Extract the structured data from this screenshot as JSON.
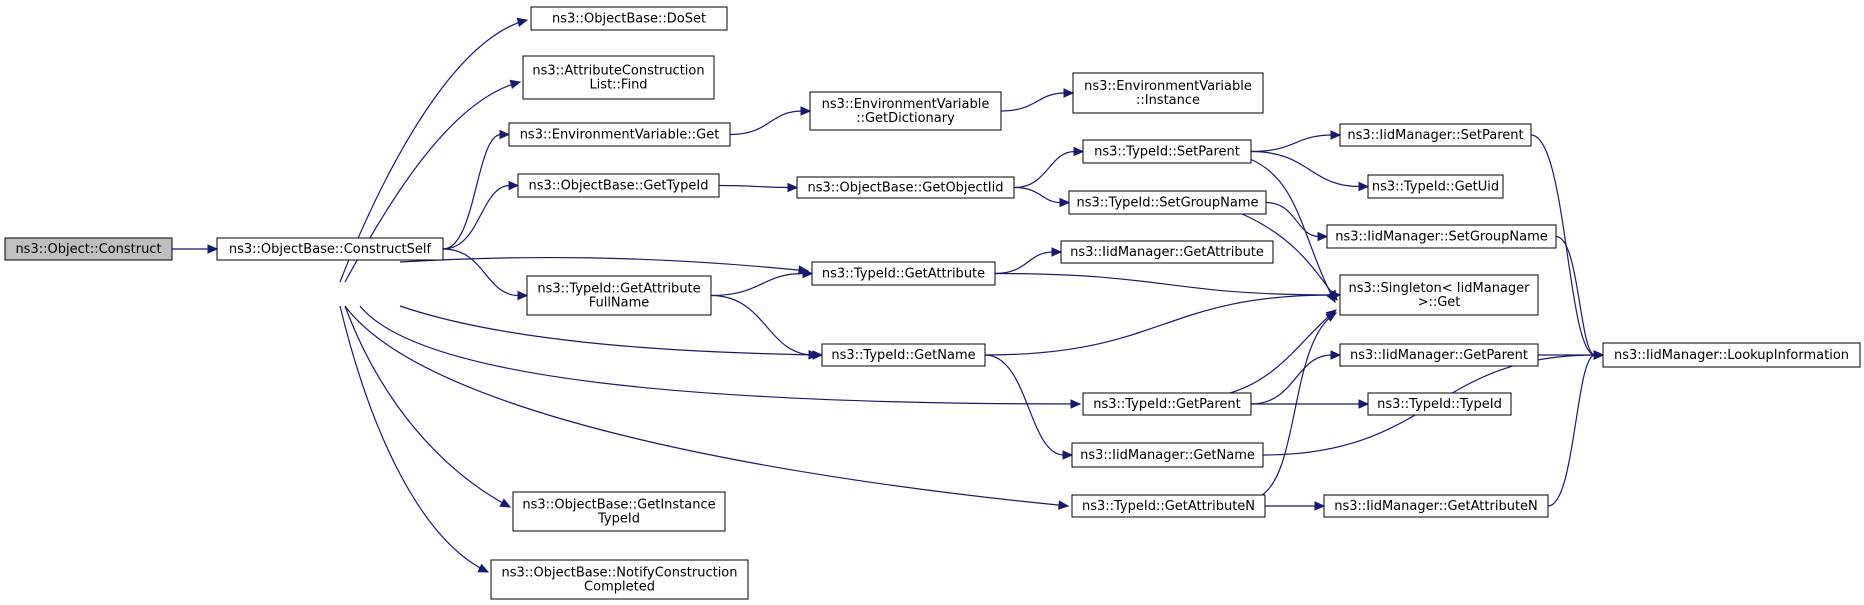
{
  "diagram": {
    "type": "call-graph",
    "edge_color": "#191970",
    "root_fill": "#bfbfbf",
    "nodes": [
      {
        "id": "construct",
        "lines": [
          "ns3::Object::Construct"
        ],
        "root": true
      },
      {
        "id": "constructself",
        "lines": [
          "ns3::ObjectBase::ConstructSelf"
        ]
      },
      {
        "id": "doset",
        "lines": [
          "ns3::ObjectBase::DoSet"
        ]
      },
      {
        "id": "attrfind",
        "lines": [
          "ns3::AttributeConstruction",
          "List::Find"
        ]
      },
      {
        "id": "envget",
        "lines": [
          "ns3::EnvironmentVariable::Get"
        ]
      },
      {
        "id": "gettypeid",
        "lines": [
          "ns3::ObjectBase::GetTypeId"
        ]
      },
      {
        "id": "getattrfullname",
        "lines": [
          "ns3::TypeId::GetAttribute",
          "FullName"
        ]
      },
      {
        "id": "getinstancetypeid",
        "lines": [
          "ns3::ObjectBase::GetInstance",
          "TypeId"
        ]
      },
      {
        "id": "notifyconstruction",
        "lines": [
          "ns3::ObjectBase::NotifyConstruction",
          "Completed"
        ]
      },
      {
        "id": "getdictionary",
        "lines": [
          "ns3::EnvironmentVariable",
          "::GetDictionary"
        ]
      },
      {
        "id": "getobjectiid",
        "lines": [
          "ns3::ObjectBase::GetObjectIid"
        ]
      },
      {
        "id": "typeidgetattribute",
        "lines": [
          "ns3::TypeId::GetAttribute"
        ]
      },
      {
        "id": "typeidgetname",
        "lines": [
          "ns3::TypeId::GetName"
        ]
      },
      {
        "id": "envinstance",
        "lines": [
          "ns3::EnvironmentVariable",
          "::Instance"
        ]
      },
      {
        "id": "setparent",
        "lines": [
          "ns3::TypeId::SetParent"
        ]
      },
      {
        "id": "setgroupname",
        "lines": [
          "ns3::TypeId::SetGroupName"
        ]
      },
      {
        "id": "iidgetattribute",
        "lines": [
          "ns3::IidManager::GetAttribute"
        ]
      },
      {
        "id": "typeidgetparent",
        "lines": [
          "ns3::TypeId::GetParent"
        ]
      },
      {
        "id": "iidgetname",
        "lines": [
          "ns3::IidManager::GetName"
        ]
      },
      {
        "id": "getattributen",
        "lines": [
          "ns3::TypeId::GetAttributeN"
        ]
      },
      {
        "id": "iidsetparent",
        "lines": [
          "ns3::IidManager::SetParent"
        ]
      },
      {
        "id": "getuid",
        "lines": [
          "ns3::TypeId::GetUid"
        ]
      },
      {
        "id": "iidsetgroupname",
        "lines": [
          "ns3::IidManager::SetGroupName"
        ]
      },
      {
        "id": "singletonget",
        "lines": [
          "ns3::Singleton< IidManager",
          ">::Get"
        ]
      },
      {
        "id": "iidgetparent",
        "lines": [
          "ns3::IidManager::GetParent"
        ]
      },
      {
        "id": "typeidtypeid",
        "lines": [
          "ns3::TypeId::TypeId"
        ]
      },
      {
        "id": "iidgetattributen",
        "lines": [
          "ns3::IidManager::GetAttributeN"
        ]
      },
      {
        "id": "lookupinformation",
        "lines": [
          "ns3::IidManager::LookupInformation"
        ]
      }
    ],
    "edges": [
      [
        "construct",
        "constructself"
      ],
      [
        "constructself",
        "doset"
      ],
      [
        "constructself",
        "attrfind"
      ],
      [
        "constructself",
        "envget"
      ],
      [
        "constructself",
        "gettypeid"
      ],
      [
        "constructself",
        "typeidgetattribute"
      ],
      [
        "constructself",
        "getattrfullname"
      ],
      [
        "constructself",
        "typeidgetname"
      ],
      [
        "constructself",
        "typeidgetparent"
      ],
      [
        "constructself",
        "getattributen"
      ],
      [
        "constructself",
        "getinstancetypeid"
      ],
      [
        "constructself",
        "notifyconstruction"
      ],
      [
        "envget",
        "getdictionary"
      ],
      [
        "getdictionary",
        "envinstance"
      ],
      [
        "gettypeid",
        "getobjectiid"
      ],
      [
        "getobjectiid",
        "setparent"
      ],
      [
        "getobjectiid",
        "setgroupname"
      ],
      [
        "getattrfullname",
        "typeidgetattribute"
      ],
      [
        "getattrfullname",
        "typeidgetname"
      ],
      [
        "typeidgetattribute",
        "iidgetattribute"
      ],
      [
        "typeidgetattribute",
        "singletonget"
      ],
      [
        "typeidgetname",
        "singletonget"
      ],
      [
        "typeidgetname",
        "iidgetname"
      ],
      [
        "setparent",
        "iidsetparent"
      ],
      [
        "setparent",
        "getuid"
      ],
      [
        "setparent",
        "singletonget"
      ],
      [
        "setgroupname",
        "iidsetgroupname"
      ],
      [
        "setgroupname",
        "singletonget"
      ],
      [
        "typeidgetparent",
        "singletonget"
      ],
      [
        "typeidgetparent",
        "iidgetparent"
      ],
      [
        "typeidgetparent",
        "typeidtypeid"
      ],
      [
        "iidgetname",
        "lookupinformation"
      ],
      [
        "getattributen",
        "singletonget"
      ],
      [
        "getattributen",
        "iidgetattributen"
      ],
      [
        "iidsetparent",
        "lookupinformation"
      ],
      [
        "iidsetgroupname",
        "lookupinformation"
      ],
      [
        "iidgetparent",
        "lookupinformation"
      ],
      [
        "iidgetattributen",
        "lookupinformation"
      ]
    ]
  }
}
